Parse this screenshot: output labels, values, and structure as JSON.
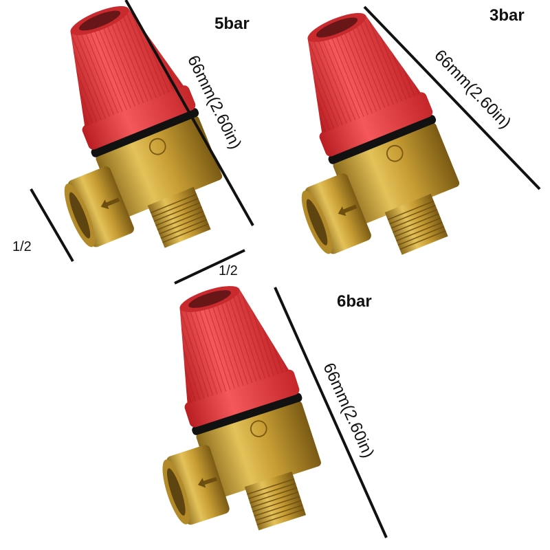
{
  "products": [
    {
      "pressure": "5bar",
      "dimension": "66mm(2.60in)"
    },
    {
      "pressure": "3bar",
      "dimension": "66mm(2.60in)"
    },
    {
      "pressure": "6bar",
      "dimension": "66mm(2.60in)"
    }
  ],
  "thread_labels": [
    "1/2",
    "1/2"
  ],
  "colors": {
    "cap": "#e8363a",
    "ring": "#111111",
    "brass": "#c9a23a",
    "background": "#ffffff"
  }
}
